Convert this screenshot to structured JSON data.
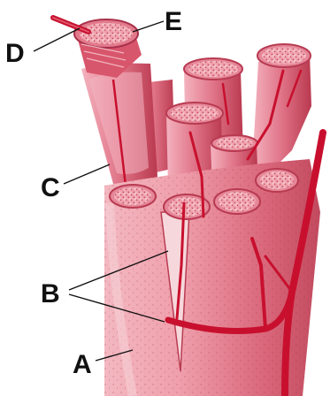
{
  "labels": {
    "a": "A",
    "b": "B",
    "c": "C",
    "d": "D",
    "e": "E"
  },
  "colors": {
    "background": "#ffffff",
    "epimysium_outer": "#e27a88",
    "epimysium_highlight": "#f6c3cb",
    "fascicle": "#d9576e",
    "fascicle_light": "#f2a6b3",
    "cross_section": "#f6c2c8",
    "cross_section_dots": "#c24a5b",
    "blood_vessel": "#c8102e",
    "label_text": "#111111"
  }
}
